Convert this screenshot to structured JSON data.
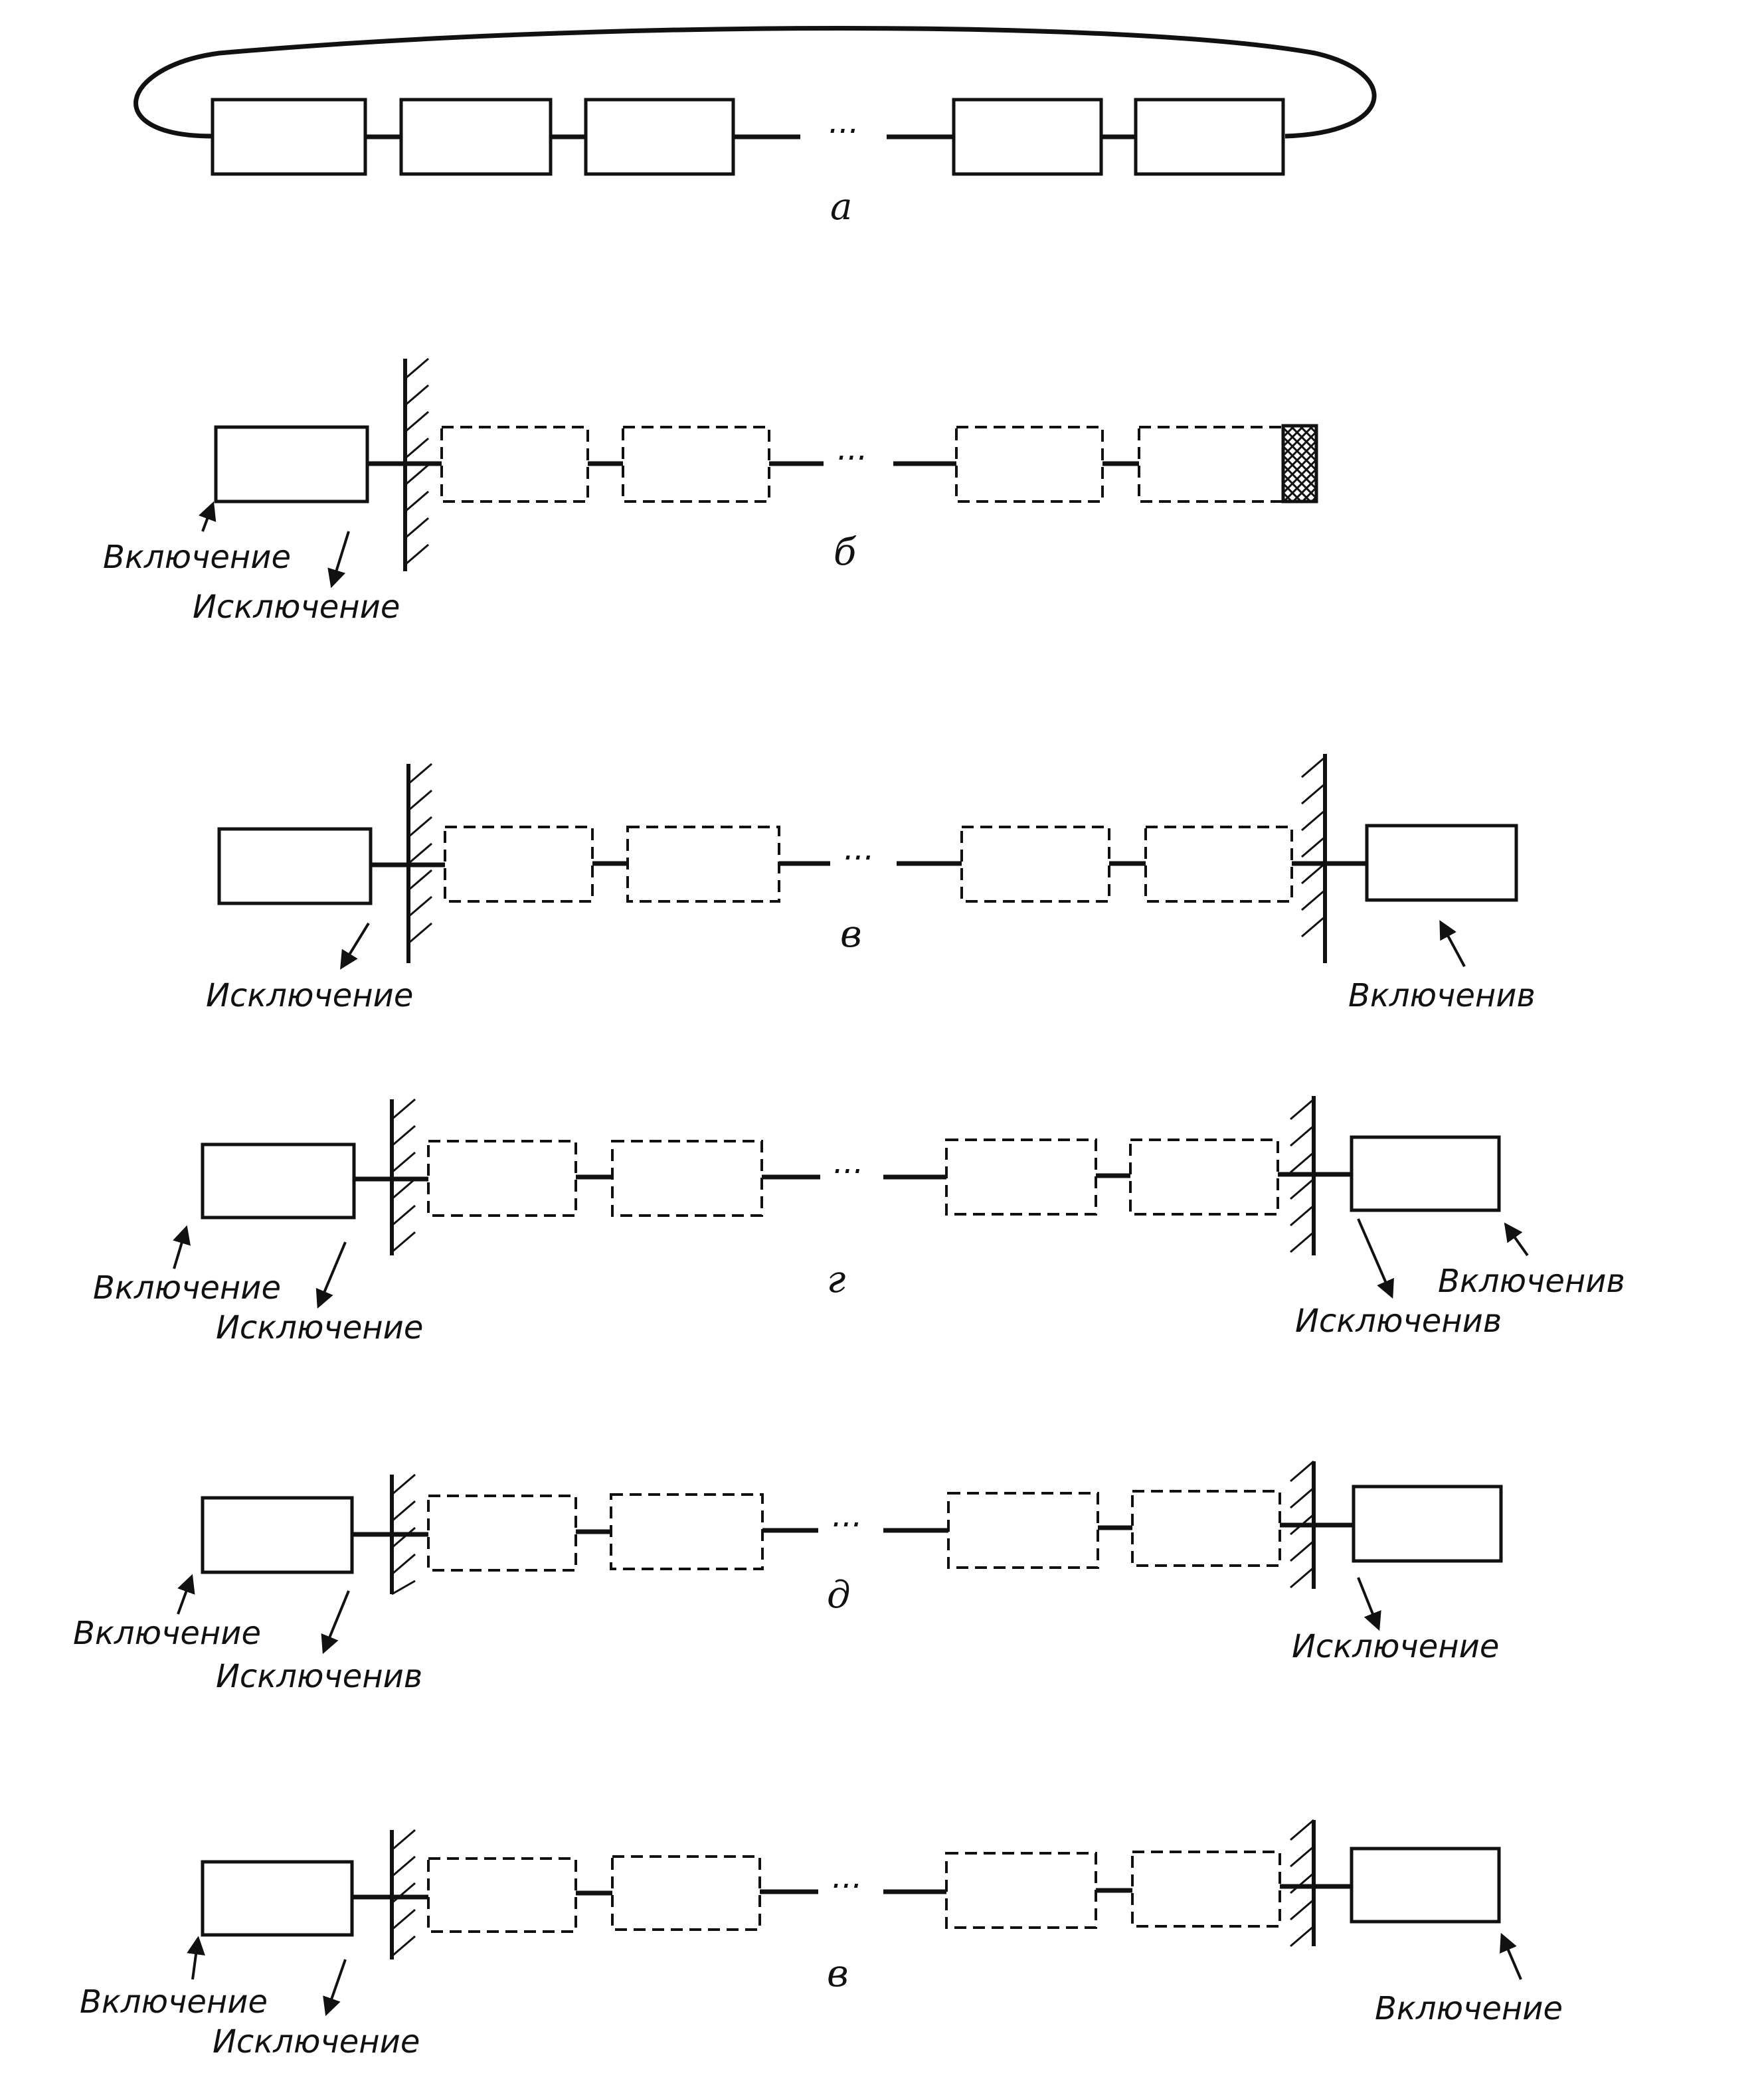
{
  "panels": [
    {
      "id": "a",
      "caption": "а",
      "loop": true,
      "left_wall": false,
      "right_wall": false,
      "right_block": false,
      "labels": []
    },
    {
      "id": "b",
      "caption": "б",
      "loop": false,
      "left_wall": true,
      "right_wall": false,
      "right_block": false,
      "end_cap": true,
      "labels": [
        "Включение",
        "Исключение"
      ]
    },
    {
      "id": "v",
      "caption": "в",
      "loop": false,
      "left_wall": true,
      "right_wall": true,
      "right_block": true,
      "labels": [
        "Исключение",
        "Включенив"
      ]
    },
    {
      "id": "g",
      "caption": "г",
      "loop": false,
      "left_wall": true,
      "right_wall": true,
      "right_block": true,
      "labels": [
        "Включение",
        "Исключение",
        "Включенив",
        "Исключенив"
      ]
    },
    {
      "id": "d",
      "caption": "д",
      "loop": false,
      "left_wall": true,
      "right_wall": true,
      "right_block": true,
      "labels": [
        "Включение",
        "Исключенив",
        "Исключение"
      ]
    },
    {
      "id": "e",
      "caption": "в",
      "loop": false,
      "left_wall": true,
      "right_wall": true,
      "right_block": true,
      "labels": [
        "Включение",
        "Исключение",
        "Включение"
      ]
    }
  ],
  "ellipsis": "···",
  "colors": {
    "ink": "#111111",
    "paper": "#ffffff"
  }
}
